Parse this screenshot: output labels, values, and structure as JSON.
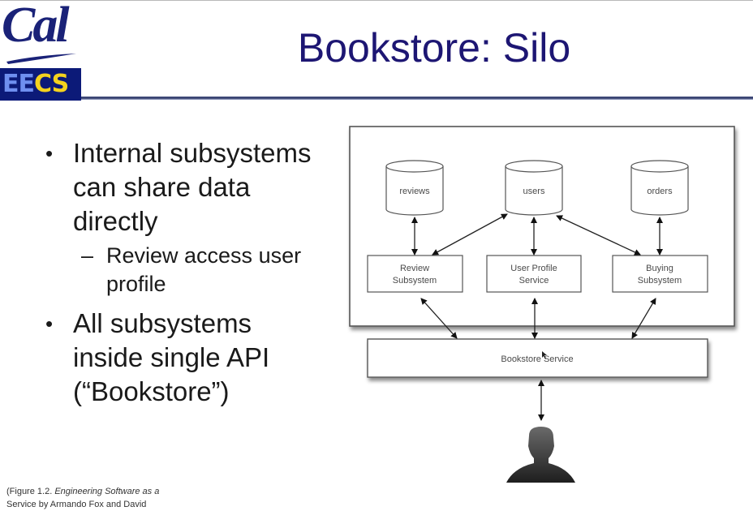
{
  "slide": {
    "title": "Bookstore: Silo",
    "logo": {
      "top_text": "Cal",
      "bottom_text_part1": "EE",
      "bottom_text_part2": "CS"
    },
    "bullets": [
      {
        "text_lines": [
          "Internal subsystems",
          "can share data",
          "directly"
        ],
        "sub": {
          "text_lines": [
            "Review access user",
            "profile"
          ]
        }
      },
      {
        "text_lines": [
          "All subsystems",
          "inside single API",
          "(“Bookstore”)"
        ]
      }
    ],
    "caption": {
      "prefix": "(Figure 1.2. ",
      "italic": "Engineering Software as a",
      "line2": "Service by Armando Fox and David"
    }
  },
  "diagram": {
    "databases": [
      {
        "id": "reviews",
        "label": "reviews"
      },
      {
        "id": "users",
        "label": "users"
      },
      {
        "id": "orders",
        "label": "orders"
      }
    ],
    "services": [
      {
        "id": "review",
        "lines": [
          "Review",
          "Subsystem"
        ]
      },
      {
        "id": "profile",
        "lines": [
          "User Profile",
          "Service"
        ]
      },
      {
        "id": "buying",
        "lines": [
          "Buying",
          "Subsystem"
        ]
      }
    ],
    "api": {
      "label": "Bookstore Service"
    },
    "user": {
      "icon": "person-silhouette-icon"
    },
    "connections": [
      {
        "from": "reviews",
        "to": "review"
      },
      {
        "from": "users",
        "to": "review"
      },
      {
        "from": "users",
        "to": "profile"
      },
      {
        "from": "users",
        "to": "buying"
      },
      {
        "from": "orders",
        "to": "buying"
      },
      {
        "from": "review",
        "to": "api"
      },
      {
        "from": "profile",
        "to": "api"
      },
      {
        "from": "buying",
        "to": "api"
      },
      {
        "from": "api",
        "to": "user"
      }
    ]
  },
  "colors": {
    "title": "#1d1673",
    "logo_navy": "#0c1a78",
    "logo_gold": "#f4d21e",
    "logo_blue": "#6f8ff0"
  }
}
